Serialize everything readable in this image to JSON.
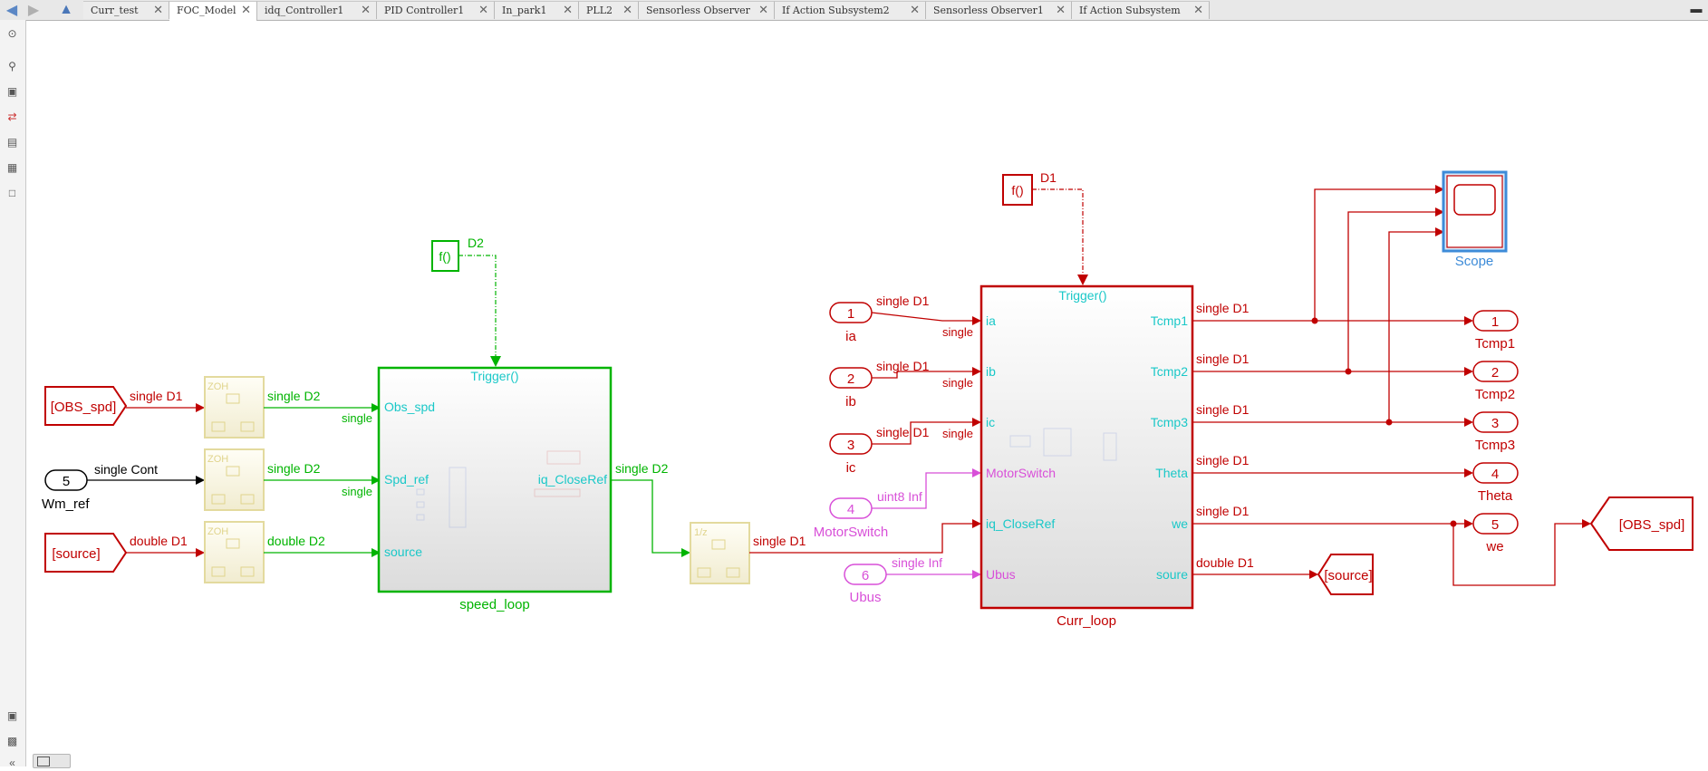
{
  "tabs": [
    {
      "label": "Curr_test"
    },
    {
      "label": "FOC_Model",
      "active": true
    },
    {
      "label": "idq_Controller1"
    },
    {
      "label": "PID Controller1"
    },
    {
      "label": "In_park1"
    },
    {
      "label": "PLL2"
    },
    {
      "label": "Sensorless Observer"
    },
    {
      "label": "If Action Subsystem2"
    },
    {
      "label": "Sensorless Observer1"
    },
    {
      "label": "If Action Subsystem"
    }
  ],
  "toolbar_icons": [
    "hide-show-icon",
    "zoom-icon",
    "fit-view-icon",
    "signal-icon",
    "annotation-icon",
    "image-icon",
    "area-icon"
  ],
  "colors": {
    "red": "#c00000",
    "green": "#00b400",
    "cyan": "#1ac8c8",
    "magenta": "#d84fd8",
    "zoh_yellow": "#e3da9e",
    "scope_blue": "#3d8bd8"
  },
  "diagram": {
    "goto_obs_spd_left": "[OBS_spd]",
    "goto_source_left": "[source]",
    "goto_source_right": "[source]",
    "goto_obs_spd_right": "[OBS_spd]",
    "wm_ref_port": "5",
    "wm_ref_name": "Wm_ref",
    "sig_obs": "single D1",
    "sig_wm": "single Cont",
    "sig_src": "double D1",
    "zoh_label": "ZOH",
    "zoh_out1": "single D2",
    "zoh_out2": "single D2",
    "zoh_out3": "double D2",
    "speed_trigger": "Trigger()",
    "speed_in1": "Obs_spd",
    "speed_in2": "Spd_ref",
    "speed_in3": "source",
    "speed_in1_type": "single",
    "speed_in2_type": "single",
    "speed_out": "iq_CloseRef",
    "speed_name": "speed_loop",
    "speed_out_sig": "single D2",
    "fcn_label": "f()",
    "fcn_d2": "D2",
    "fcn_d1": "D1",
    "delay_label": "1/z",
    "delay_out": "single D1",
    "ia_port": "1",
    "ia_name": "ia",
    "ia_sig": "single D1",
    "ib_port": "2",
    "ib_name": "ib",
    "ib_sig": "single D1",
    "ic_port": "3",
    "ic_name": "ic",
    "ic_sig": "single D1",
    "ms_port": "4",
    "ms_name": "MotorSwitch",
    "ms_sig": "uint8 Inf",
    "ubus_port": "6",
    "ubus_name": "Ubus",
    "ubus_sig": "single Inf",
    "single_tag": "single",
    "curr_trigger": "Trigger()",
    "curr_in": [
      "ia",
      "ib",
      "ic",
      "MotorSwitch",
      "iq_CloseRef",
      "Ubus"
    ],
    "curr_out": [
      "Tcmp1",
      "Tcmp2",
      "Tcmp3",
      "Theta",
      "we",
      "soure"
    ],
    "curr_name": "Curr_loop",
    "out_sigs": [
      "single D1",
      "single D1",
      "single D1",
      "single D1",
      "single D1",
      "double D1"
    ],
    "outports": [
      {
        "num": "1",
        "name": "Tcmp1"
      },
      {
        "num": "2",
        "name": "Tcmp2"
      },
      {
        "num": "3",
        "name": "Tcmp3"
      },
      {
        "num": "4",
        "name": "Theta"
      },
      {
        "num": "5",
        "name": "we"
      }
    ],
    "scope_name": "Scope"
  }
}
